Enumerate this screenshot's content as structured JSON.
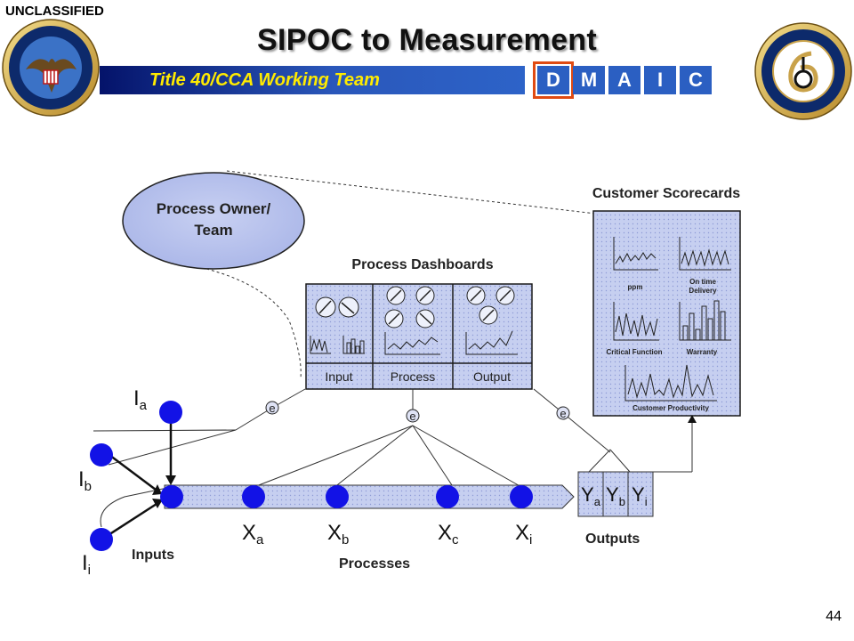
{
  "header": {
    "classification": "UNCLASSIFIED",
    "title": "SIPOC to Measurement",
    "banner_text": "Title 40/CCA Working Team",
    "phases": [
      {
        "label": "D",
        "active": true
      },
      {
        "label": "M",
        "active": false
      },
      {
        "label": "A",
        "active": false
      },
      {
        "label": "I",
        "active": false
      },
      {
        "label": "C",
        "active": false
      }
    ],
    "active_outline_color": "#e04a12",
    "banner_text_color": "#ffeb00"
  },
  "diagram": {
    "owner_label_1": "Process Owner/",
    "owner_label_2": "Team",
    "dashboards_title": "Process Dashboards",
    "dashboard_labels": [
      "Input",
      "Process",
      "Output"
    ],
    "scorecards_title": "Customer Scorecards",
    "scorecard_labels": {
      "ppm": "ppm",
      "on_time_1": "On time",
      "on_time_2": "Delivery",
      "critical": "Critical Function",
      "warranty": "Warranty",
      "productivity": "Customer Productivity"
    },
    "inputs": [
      {
        "main": "I",
        "sub": "a"
      },
      {
        "main": "I",
        "sub": "b"
      },
      {
        "main": "I",
        "sub": "i"
      }
    ],
    "process_steps": [
      {
        "main": "X",
        "sub": "a"
      },
      {
        "main": "X",
        "sub": "b"
      },
      {
        "main": "X",
        "sub": "c"
      },
      {
        "main": "X",
        "sub": "i"
      }
    ],
    "outputs": [
      {
        "main": "Y",
        "sub": "a"
      },
      {
        "main": "Y",
        "sub": "b"
      },
      {
        "main": "Y",
        "sub": "i"
      }
    ],
    "inputs_label": "Inputs",
    "processes_label": "Processes",
    "outputs_label": "Outputs",
    "measure_marker": "e",
    "node_color": "#1212e6",
    "panel_color": "#c6cff0"
  },
  "footer": {
    "page_number": "44"
  }
}
